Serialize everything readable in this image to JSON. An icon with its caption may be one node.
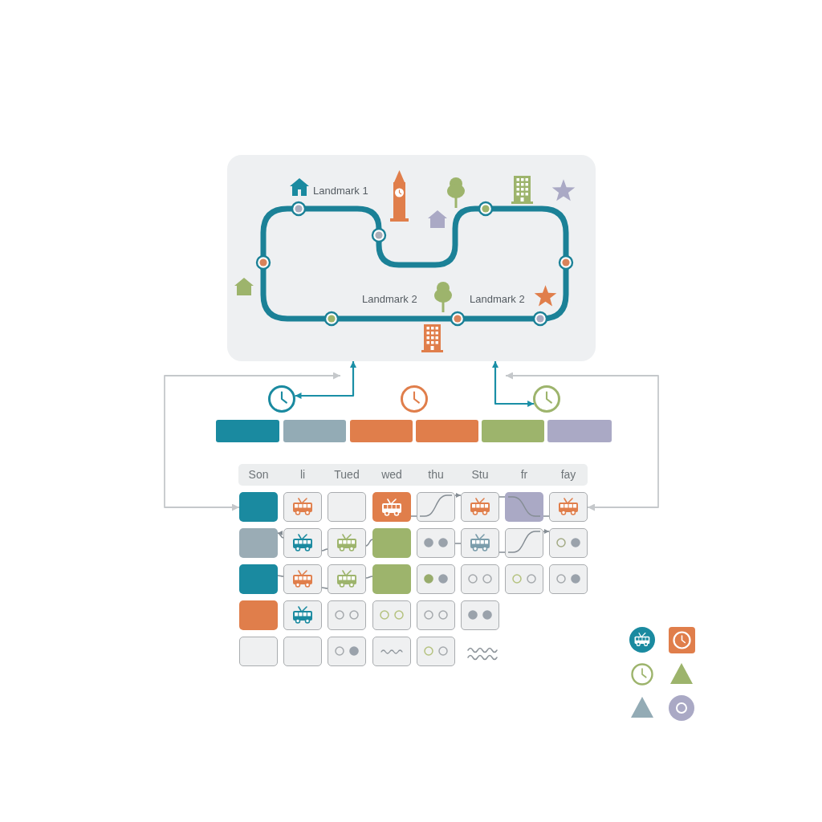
{
  "diagram": {
    "nodes": [
      {
        "text": [
          "Landmark 1",
          "Landmark 2",
          "Landmark 2"
        ]
      },
      {
        "text": [],
        "shape": "clock"
      },
      {
        "text": [],
        "shape": "clock"
      },
      {
        "text": [],
        "shape": "clock"
      },
      {
        "text": [],
        "shape": "bar"
      },
      {
        "text": [],
        "shape": "bar"
      },
      {
        "text": [],
        "shape": "bar"
      },
      {
        "text": [],
        "shape": "bar"
      },
      {
        "text": [],
        "shape": "bar"
      },
      {
        "text": [],
        "shape": "bar"
      },
      {
        "text": [
          "Son",
          "li",
          "Tued",
          "wed",
          "thu",
          "Stu",
          "fr",
          "fay"
        ]
      },
      {
        "text": [],
        "shape": "box"
      },
      {
        "text": [],
        "shape": "box"
      },
      {
        "text": [],
        "shape": "box"
      },
      {
        "text": [],
        "shape": "box"
      },
      {
        "text": [],
        "shape": "box"
      },
      {
        "text": [],
        "shape": "box"
      },
      {
        "text": [],
        "shape": "box"
      },
      {
        "text": [],
        "shape": "box"
      },
      {
        "text": [],
        "shape": "box"
      },
      {
        "text": [],
        "shape": "box"
      },
      {
        "text": [],
        "shape": "box"
      },
      {
        "text": [],
        "shape": "box"
      },
      {
        "text": [],
        "shape": "box"
      },
      {
        "text": [],
        "shape": "box"
      },
      {
        "text": [],
        "shape": "box"
      },
      {
        "text": [],
        "shape": "box"
      },
      {
        "text": [],
        "shape": "box"
      },
      {
        "text": [],
        "shape": "box"
      },
      {
        "text": [],
        "shape": "box"
      },
      {
        "text": [],
        "shape": "box"
      },
      {
        "text": [],
        "shape": "box"
      },
      {
        "text": [],
        "shape": "box"
      },
      {
        "text": [],
        "shape": "box"
      },
      {
        "text": [],
        "shape": "box"
      },
      {
        "text": [],
        "shape": "box"
      },
      {
        "text": [],
        "shape": "box"
      },
      {
        "text": [],
        "shape": "box"
      },
      {
        "text": [],
        "shape": "box"
      },
      {
        "text": [],
        "shape": "box"
      },
      {
        "text": [],
        "shape": "box"
      },
      {
        "text": [],
        "shape": "box"
      },
      {
        "text": [],
        "shape": "box"
      },
      {
        "text": [],
        "shape": "box"
      },
      {
        "text": [],
        "shape": "box"
      },
      {
        "text": [],
        "shape": "box"
      }
    ],
    "edges": [
      {
        "from": 0,
        "to": 1,
        "arrow": "both",
        "color": "#1a8fa6"
      },
      {
        "from": 0,
        "to": 3,
        "arrow": "both",
        "color": "#1a8fa6"
      },
      {
        "from": 0,
        "to": 11,
        "arrow": "both",
        "color": "#c5c8cb"
      },
      {
        "from": 0,
        "to": 18,
        "arrow": "both",
        "color": "#c5c8cb"
      },
      {
        "from": 14,
        "to": 15,
        "arrow": "none"
      },
      {
        "from": 15,
        "to": 16,
        "arrow": "to"
      },
      {
        "from": 16,
        "to": 17,
        "arrow": "none"
      },
      {
        "from": 17,
        "to": 18,
        "arrow": "none"
      },
      {
        "from": 20,
        "to": 19,
        "arrow": "to"
      },
      {
        "from": 20,
        "to": 21,
        "arrow": "none"
      },
      {
        "from": 21,
        "to": 22,
        "arrow": "none"
      },
      {
        "from": 23,
        "to": 24,
        "arrow": "none"
      },
      {
        "from": 24,
        "to": 25,
        "arrow": "none"
      },
      {
        "from": 25,
        "to": 26,
        "arrow": "to"
      },
      {
        "from": 27,
        "to": 28,
        "arrow": "none"
      },
      {
        "from": 28,
        "to": 29,
        "arrow": "none"
      },
      {
        "from": 29,
        "to": 30,
        "arrow": "none"
      }
    ]
  }
}
